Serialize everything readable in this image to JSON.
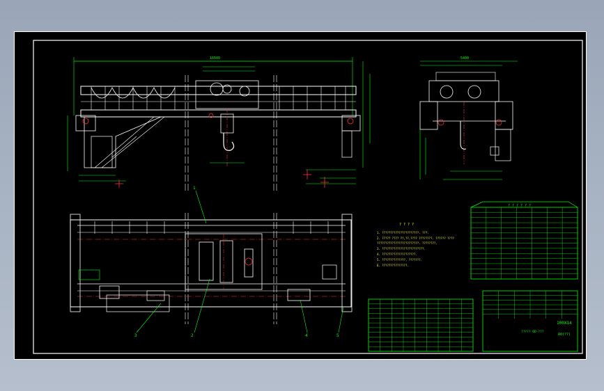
{
  "drawing": {
    "note_heading": "? ? ? ?",
    "notes": [
      "1. ??????????????????????.  ???.",
      "2. ????? ???? ??,??,???? ????????.  ?????? ????",
      "   ?????????????????????????.  ????????.",
      "3. ?????????????????????????.",
      "4. ????????????????????.",
      "5. ??????????????,  ???????.",
      "6. ???????????????."
    ],
    "param_table_title": "? ? ? ? ? ?",
    "title_block": {
      "code": "100X14",
      "name": "????? QD-???",
      "sheet": "A0(??)"
    },
    "part_labels": [
      "1",
      "2",
      "3",
      "4",
      "5"
    ],
    "top_dimension": "16500",
    "side_dimension": "5400"
  },
  "colors": {
    "background": "#000000",
    "frame": "#ffffff",
    "geometry": "#ffffff",
    "dimension": "#00ff00",
    "centerline": "#ff3030",
    "annotation": "#ffff00",
    "table": "#00ff00"
  }
}
